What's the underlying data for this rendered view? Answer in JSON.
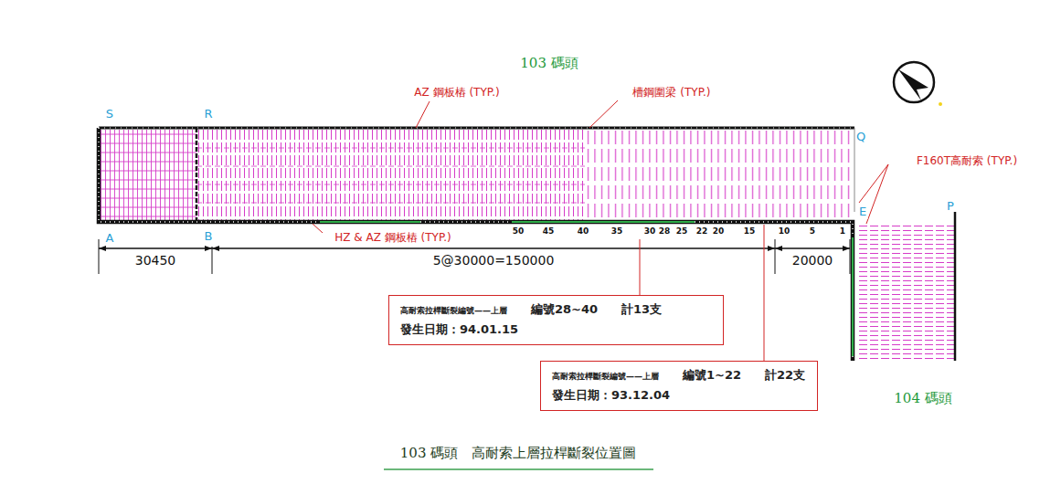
{
  "diagram": {
    "caption": "103 碼頭　高耐索上層拉桿斷裂位置圖",
    "nodes": [
      {
        "text": [
          "高耐索拉桿斷裂編號——上層",
          "編號28~40",
          "計13支",
          "發生日期：94.01.15"
        ]
      },
      {
        "text": [
          "高耐索拉桿斷裂編號——上層",
          "編號1~22",
          "計22支",
          "發生日期：93.12.04"
        ]
      }
    ],
    "labels": [
      "103 碼頭",
      "S",
      "R",
      "Q",
      "P",
      "A",
      "B",
      "E",
      "AZ 鋼板樁 (TYP.)",
      "槽鋼圍梁 (TYP.)",
      "F160T高耐索 (TYP.)",
      "HZ & AZ 鋼板樁 (TYP.)",
      "50",
      "45",
      "40",
      "35",
      "30",
      "28",
      "25",
      "22",
      "20",
      "15",
      "10",
      "5",
      "1",
      "30450",
      "5@30000=150000",
      "20000",
      "104 碼頭"
    ]
  }
}
